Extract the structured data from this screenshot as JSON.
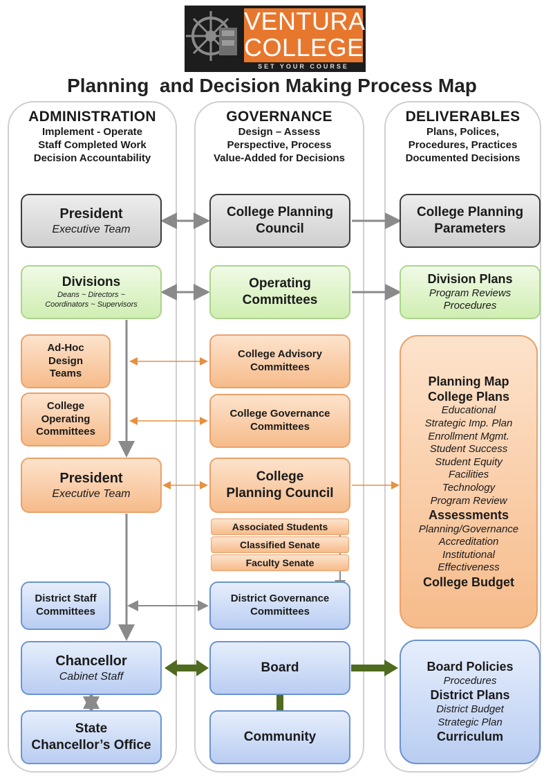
{
  "logo": {
    "line1": "VENTURA",
    "line2": "COLLEGE",
    "tagline": "SET YOUR COURSE"
  },
  "title": "Planning  and Decision Making Process Map",
  "columns": {
    "administration": {
      "heading": "ADMINISTRATION",
      "sub1": "Implement - Operate",
      "sub2": "Staff Completed Work",
      "sub3": "Decision Accountability"
    },
    "governance": {
      "heading": "GOVERNANCE",
      "sub1": "Design – Assess",
      "sub2": "Perspective, Process",
      "sub3": "Value-Added for Decisions"
    },
    "deliverables": {
      "heading": "DELIVERABLES",
      "sub1": "Plans, Polices,",
      "sub2": "Procedures, Practices",
      "sub3": "Documented Decisions"
    }
  },
  "admin": {
    "president_top": {
      "title": "President",
      "subtitle": "Executive Team"
    },
    "divisions": {
      "title": "Divisions",
      "line1": "Deans ~ Directors ~",
      "line2": "Coordinators ~ Supervisors"
    },
    "adhoc": {
      "line1": "Ad-Hoc",
      "line2": "Design",
      "line3": "Teams"
    },
    "college_operating": {
      "line1": "College",
      "line2": "Operating",
      "line3": "Committees"
    },
    "president_mid": {
      "title": "President",
      "subtitle": "Executive Team"
    },
    "district_staff": {
      "line1": "District Staff",
      "line2": "Committees"
    },
    "chancellor": {
      "title": "Chancellor",
      "subtitle": "Cabinet Staff"
    },
    "state": {
      "line1": "State",
      "line2": "Chancellor’s Office"
    }
  },
  "gov": {
    "cpc_top": {
      "line1": "College Planning",
      "line2": "Council"
    },
    "operating": {
      "line1": "Operating",
      "line2": "Committees"
    },
    "advisory": {
      "line1": "College Advisory",
      "line2": "Committees"
    },
    "governance_committees": {
      "line1": "College Governance",
      "line2": "Committees"
    },
    "cpc_mid": {
      "line1": "College",
      "line2": "Planning Council"
    },
    "strips": [
      "Associated Students",
      "Classified Senate",
      "Faculty Senate"
    ],
    "district_gov": {
      "line1": "District Governance",
      "line2": "Committees"
    },
    "board": "Board",
    "community": "Community"
  },
  "deliv": {
    "parameters": {
      "line1": "College Planning",
      "line2": "Parameters"
    },
    "division_plans": {
      "title": "Division Plans",
      "line1": "Program Reviews",
      "line2": "Procedures"
    },
    "planning_map": {
      "h1": "Planning Map",
      "h2": "College Plans",
      "items1": [
        "Educational",
        "Strategic Imp. Plan",
        "Enrollment Mgmt.",
        "Student Success",
        "Student Equity",
        "Facilities",
        "Technology",
        "Program Review"
      ],
      "h3": "Assessments",
      "items2": [
        "Planning/Governance",
        "Accreditation",
        "Institutional",
        "Effectiveness"
      ],
      "h4": "College Budget"
    },
    "board_policies": {
      "h1": "Board Policies",
      "i1": "Procedures",
      "h2": "District Plans",
      "i2": "District Budget",
      "i3": "Strategic Plan",
      "h3": "Curriculum"
    }
  },
  "colors": {
    "gray": "#d8d8d8",
    "green": "#d9f2c2",
    "orange": "#f8c79e",
    "blue": "#c7d8f5",
    "logo_orange": "#e8772e",
    "dark_green_arrow": "#4f6b1f"
  },
  "icons": [
    "ship-wheel-logo-icon"
  ]
}
